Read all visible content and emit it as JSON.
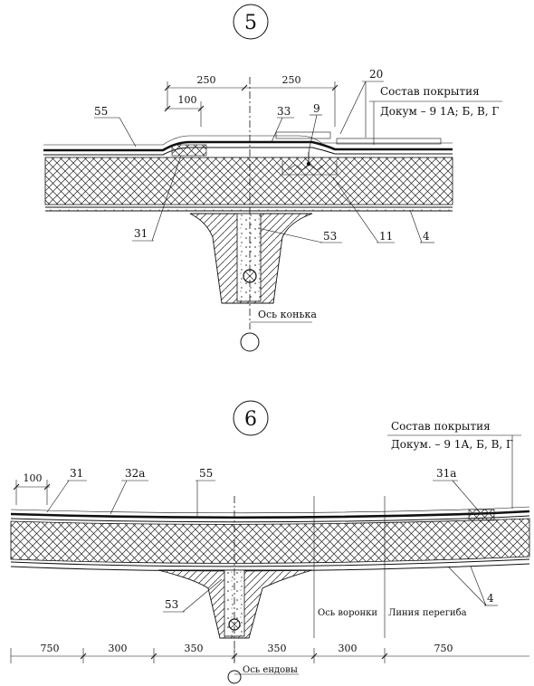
{
  "detail5": {
    "number": "5",
    "composition_title": "Состав покрытия",
    "composition_ref": "Докум – 9 1А; Б, В, Г",
    "dims": [
      "250",
      "250",
      "100"
    ],
    "callouts": [
      "55",
      "33",
      "9",
      "20",
      "31",
      "53",
      "11",
      "4"
    ],
    "axis_label": "Ось конька"
  },
  "detail6": {
    "number": "6",
    "composition_title": "Состав покрытия",
    "composition_ref": "Докум. – 9 1А, Б, В, Г",
    "dims_top": [
      "100"
    ],
    "callouts": [
      "31",
      "32а",
      "55",
      "31а",
      "53",
      "4"
    ],
    "axis_funnel": "Ось воронки",
    "bend_line": "Линия перегиба",
    "dims_bottom": [
      "750",
      "300",
      "350",
      "350",
      "300",
      "750"
    ],
    "axis_valley": "Ось ендовы"
  }
}
